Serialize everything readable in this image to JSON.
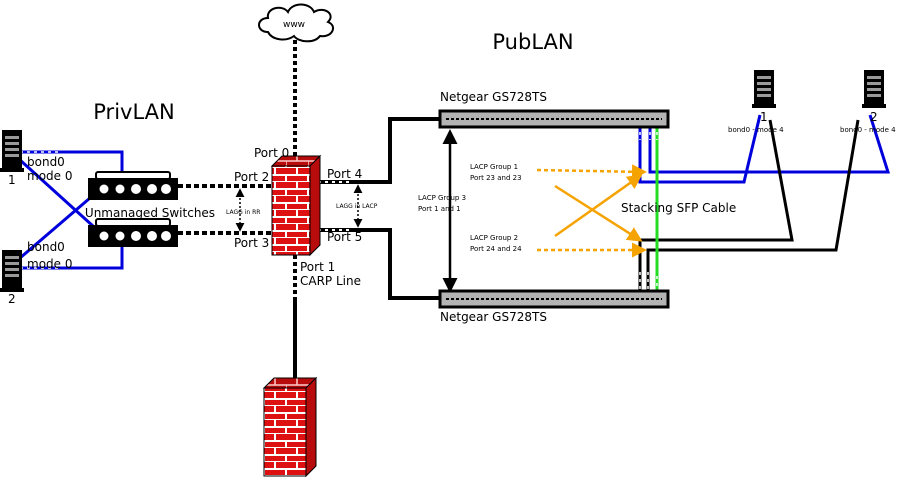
{
  "cloud": {
    "label": "www"
  },
  "regions": {
    "publan": "PubLAN",
    "privlan": "PrivLAN"
  },
  "switches": {
    "top": "Netgear GS728TS",
    "bottom": "Netgear GS728TS",
    "unmanaged": "Unmanaged Switches"
  },
  "firewall_ports": {
    "port0": "Port 0",
    "port1": "Port 1",
    "carp": "CARP Line",
    "port2": "Port 2",
    "port3": "Port 3",
    "port4": "Port 4",
    "port5": "Port 5"
  },
  "lagg": {
    "rr": "LAGG in RR",
    "lacp": "LAGG in LACP"
  },
  "lacp_groups": {
    "g1_title": "LACP Group 1",
    "g1_ports": "Port 23 and 23",
    "g2_title": "LACP Group 2",
    "g2_ports": "Port 24 and 24",
    "g3_title": "LACP Group 3",
    "g3_ports": "Port 1 and 1"
  },
  "stacking": "Stacking SFP Cable",
  "priv_servers": [
    {
      "number": "1",
      "bond": "bond0",
      "mode": "mode 0"
    },
    {
      "number": "2",
      "bond": "bond0",
      "mode": "mode 0"
    }
  ],
  "pub_servers": [
    {
      "number": "1",
      "bond": "bond0 - mode 4"
    },
    {
      "number": "2",
      "bond": "bond0 - mode 4"
    }
  ],
  "colors": {
    "firewall": "#dd1111",
    "blue": "#0000dd",
    "orange": "#f5a300",
    "green": "#22dd22",
    "switch_grey": "#b3b3b3"
  }
}
